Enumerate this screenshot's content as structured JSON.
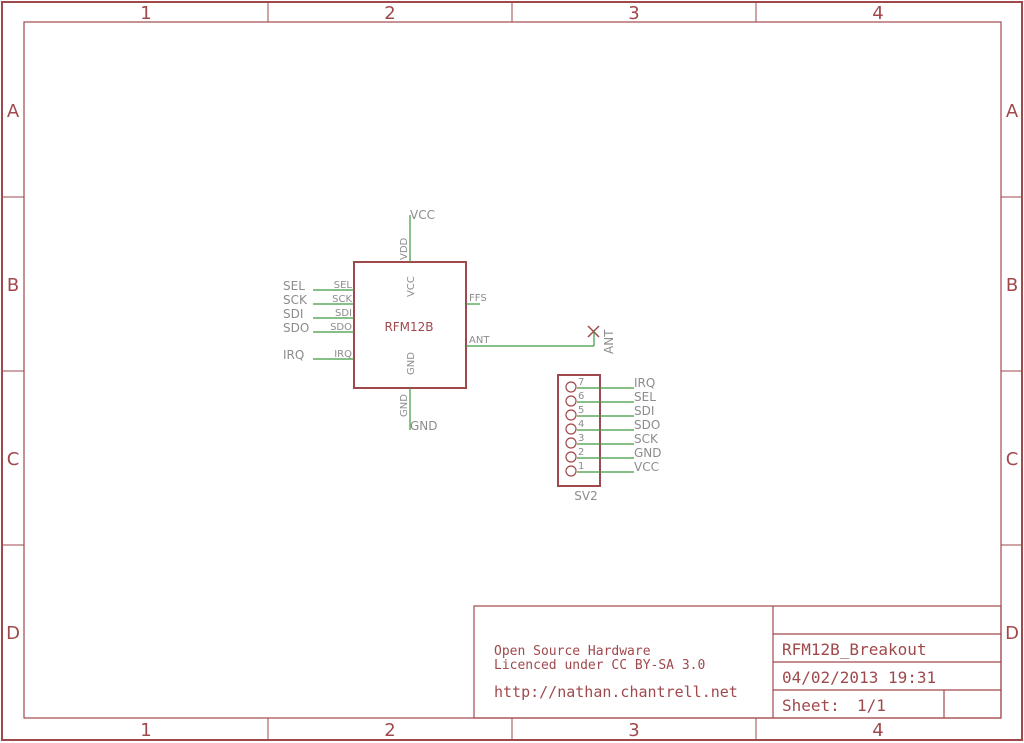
{
  "frame": {
    "columns": [
      "1",
      "2",
      "3",
      "4"
    ],
    "rows": [
      "A",
      "B",
      "C",
      "D"
    ]
  },
  "colors": {
    "frame": "#a0494c",
    "wire": "#3d9a3d",
    "label": "#8c8c8c"
  },
  "ic": {
    "name": "RFM12B",
    "pins_left": [
      {
        "pin": "SEL",
        "net": "SEL"
      },
      {
        "pin": "SCK",
        "net": "SCK"
      },
      {
        "pin": "SDI",
        "net": "SDI"
      },
      {
        "pin": "SDO",
        "net": "SDO"
      },
      {
        "pin": "IRQ",
        "net": "IRQ"
      }
    ],
    "pin_ffs": "FFS",
    "pin_ant": "ANT",
    "pin_vcc_inner": "VCC",
    "pin_vdd_outer": "VDD",
    "net_vcc": "VCC",
    "pin_gnd_inner": "GND",
    "pin_gnd_outer": "GND",
    "net_gnd": "GND",
    "ant_label": "ANT"
  },
  "header": {
    "name": "SV2",
    "pins": [
      {
        "num": "7",
        "net": "IRQ"
      },
      {
        "num": "6",
        "net": "SEL"
      },
      {
        "num": "5",
        "net": "SDI"
      },
      {
        "num": "4",
        "net": "SDO"
      },
      {
        "num": "3",
        "net": "SCK"
      },
      {
        "num": "2",
        "net": "GND"
      },
      {
        "num": "1",
        "net": "VCC"
      }
    ]
  },
  "title_block": {
    "line1": "Open Source Hardware",
    "line2": "Licenced under CC BY-SA 3.0",
    "url": "http://nathan.chantrell.net",
    "title": "RFM12B_Breakout",
    "date": "04/02/2013 19:31",
    "sheet_label": "Sheet:",
    "sheet_value": "1/1"
  }
}
